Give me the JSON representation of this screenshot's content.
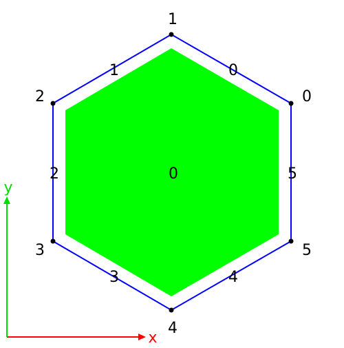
{
  "colors": {
    "face": "#00ff00",
    "outline": "#0000ff",
    "vertex": "#000000",
    "axis_x": "#ff0000",
    "axis_y": "#00dd00",
    "text": "#000000"
  },
  "face": {
    "label": "0"
  },
  "vertices": [
    {
      "label": "0"
    },
    {
      "label": "1"
    },
    {
      "label": "2"
    },
    {
      "label": "3"
    },
    {
      "label": "4"
    },
    {
      "label": "5"
    }
  ],
  "edges": [
    {
      "label": "0"
    },
    {
      "label": "1"
    },
    {
      "label": "2"
    },
    {
      "label": "3"
    },
    {
      "label": "4"
    },
    {
      "label": "5"
    }
  ],
  "axes": {
    "x_label": "x",
    "y_label": "y"
  }
}
